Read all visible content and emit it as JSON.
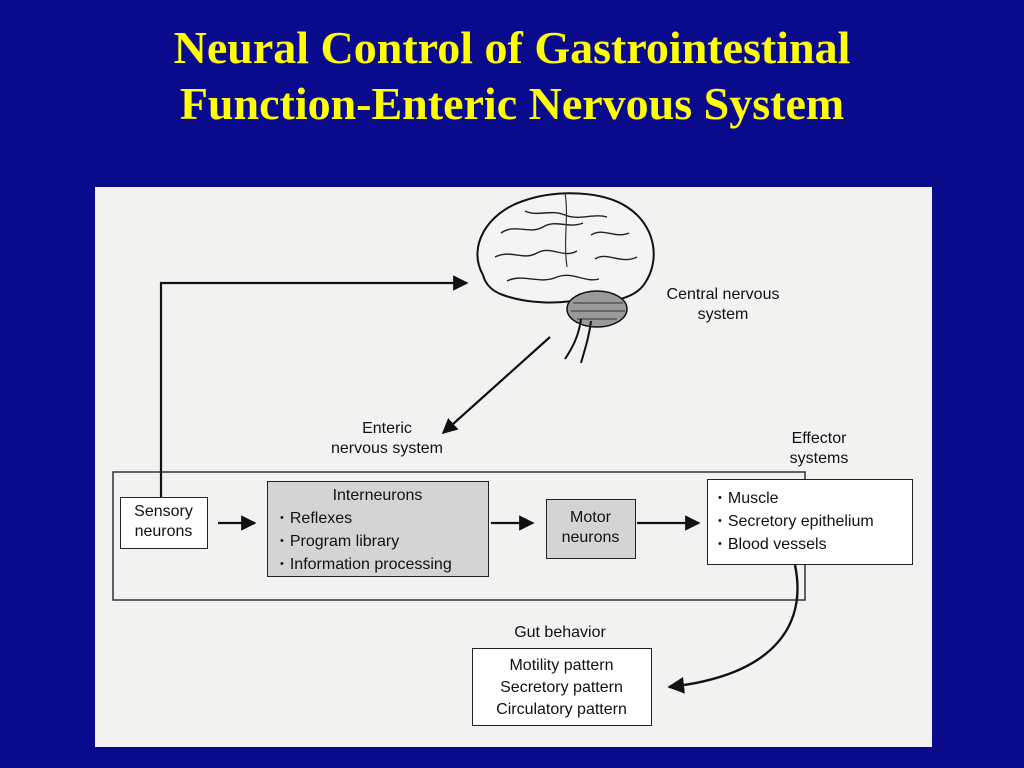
{
  "title": {
    "line1": "Neural Control of Gastrointestinal",
    "line2": "Function-Enteric Nervous System"
  },
  "colors": {
    "background": "#0a0a8c",
    "title": "#ffff00",
    "figure_bg": "#f2f2f0",
    "box_shaded": "#d4d4d4"
  },
  "diagram": {
    "cns": {
      "line1": "Central nervous",
      "line2": "system"
    },
    "ens": {
      "line1": "Enteric",
      "line2": "nervous system"
    },
    "effector_systems": {
      "line1": "Effector",
      "line2": "systems"
    },
    "sensory": {
      "line1": "Sensory",
      "line2": "neurons"
    },
    "interneurons": {
      "heading": "Interneurons",
      "items": [
        "Reflexes",
        "Program library",
        "Information processing"
      ]
    },
    "motor": {
      "line1": "Motor",
      "line2": "neurons"
    },
    "effectors": {
      "items": [
        "Muscle",
        "Secretory epithelium",
        "Blood vessels"
      ]
    },
    "gut_behavior": {
      "heading": "Gut behavior",
      "items": [
        "Motility pattern",
        "Secretory pattern",
        "Circulatory pattern"
      ]
    }
  }
}
